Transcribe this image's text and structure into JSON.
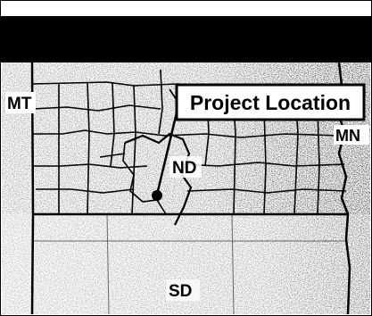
{
  "map": {
    "callout_label": "Project Location",
    "states": {
      "west": "MT",
      "center": "ND",
      "east": "MN",
      "south": "SD"
    }
  },
  "colors": {
    "header_band": "#000000",
    "land_light": "#d9d9d9",
    "land_dark": "#3a3a3a",
    "border": "#000000",
    "callout_bg": "#ffffff"
  },
  "icons": {
    "project_marker": "filled-circle-marker"
  }
}
